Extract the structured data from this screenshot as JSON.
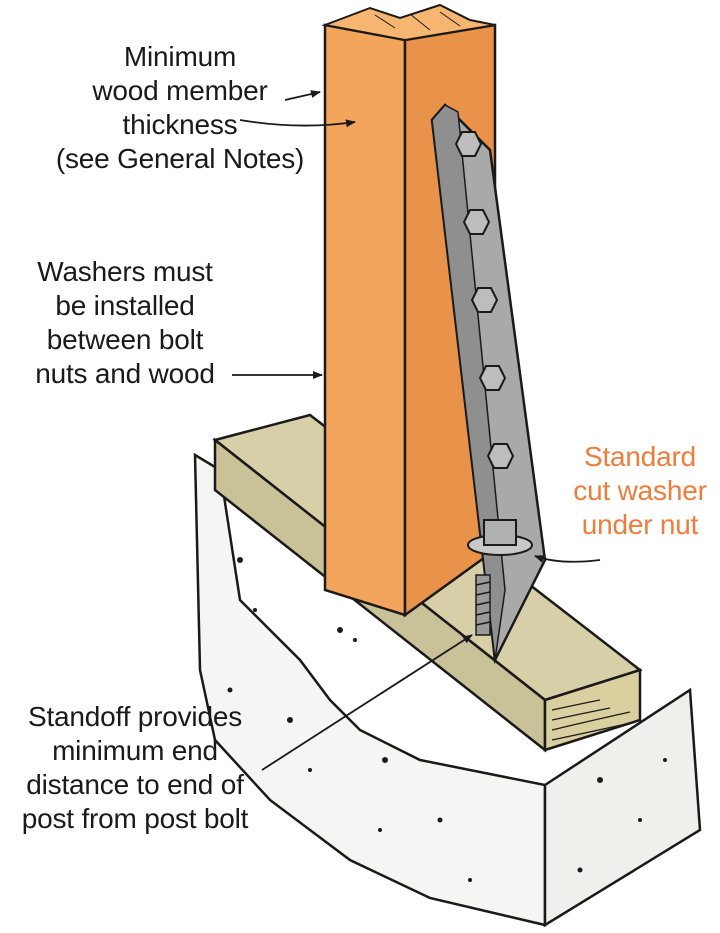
{
  "colors": {
    "wood_post": "#f3a55c",
    "wood_post_side": "#e8924a",
    "sill_plate": "#d6cfa8",
    "concrete": "#f5f5f3",
    "steel_plate": "#a9a9a9",
    "outline": "#1a1a1a",
    "accent_label": "#f07c3c"
  },
  "icons": {
    "bolt_head": "hex-bolt-icon",
    "arrow": "leader-arrow-icon"
  },
  "callouts": {
    "min_thickness": [
      "Minimum",
      "wood member",
      "thickness",
      "(see General Notes)"
    ],
    "washers": [
      "Washers must",
      "be installed",
      "between bolt",
      "nuts and wood"
    ],
    "standard_washer": [
      "Standard",
      "cut washer",
      "under nut"
    ],
    "standoff": [
      "Standoff provides",
      "minimum end",
      "distance to end of",
      "post from post bolt"
    ]
  }
}
